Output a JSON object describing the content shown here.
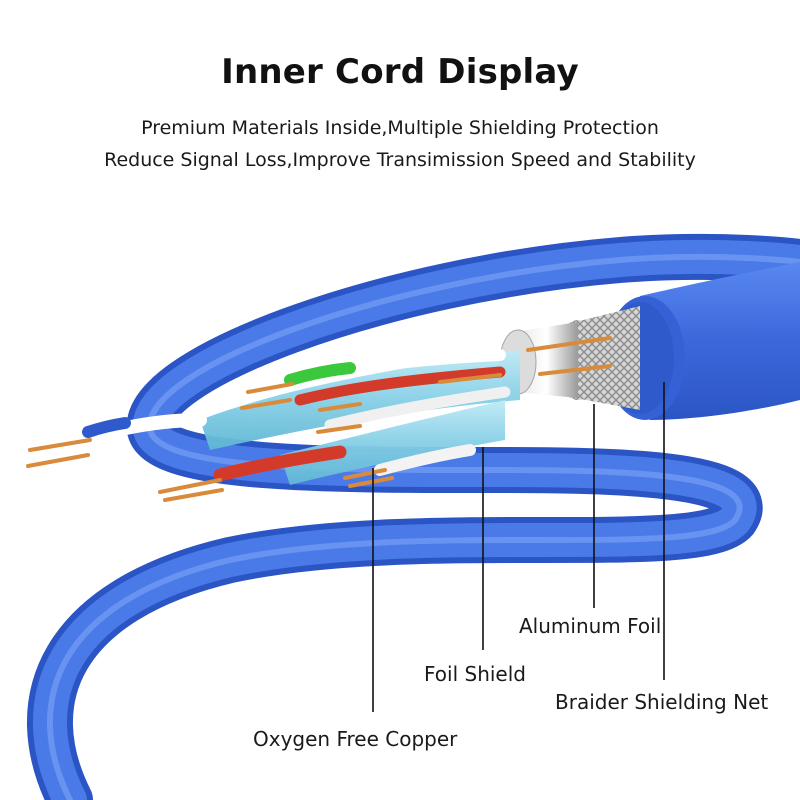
{
  "header": {
    "title": "Inner Cord Display",
    "subtitle_line1": "Premium Materials Inside,Multiple Shielding Protection",
    "subtitle_line2": "Reduce Signal Loss,Improve Transimission Speed and Stability"
  },
  "callouts": {
    "oxygen_free_copper": "Oxygen Free Copper",
    "foil_shield": "Foil Shield",
    "aluminum_foil": "Aluminum Foil",
    "braider_shielding_net": "Braider Shielding Net"
  },
  "colors": {
    "cable_jacket": "#3d6ee0",
    "copper": "#d98a3a",
    "foil_pair": "#8fd3ea",
    "braid": "#c8c8c8"
  }
}
